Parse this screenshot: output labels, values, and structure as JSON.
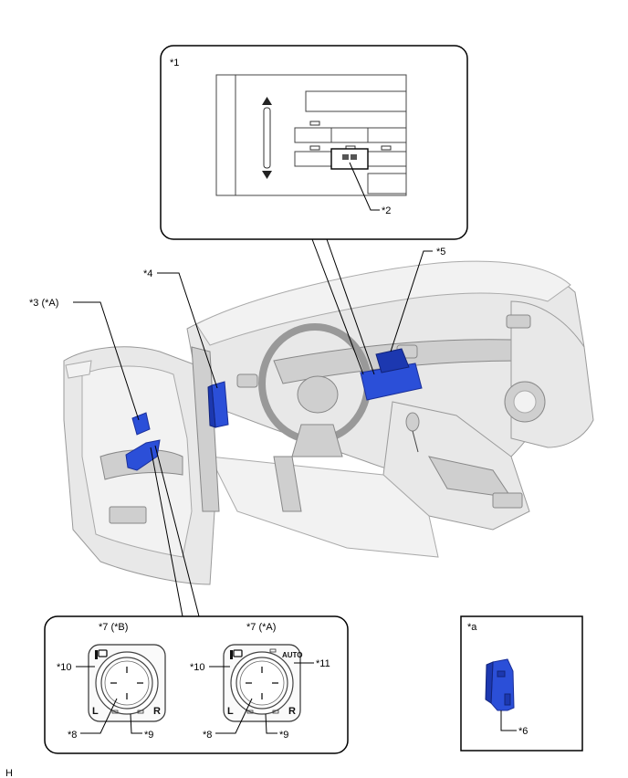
{
  "labels": {
    "inset_top": "*1",
    "center_switch": "*2",
    "door_switch_a": "*3 (*A)",
    "left_part": "*4",
    "center_part": "*5",
    "part_a": "*6",
    "inset_b": "*7 (*B)",
    "inset_a": "*7 (*A)",
    "mirror_knob_b": "*8",
    "mirror_knob_a": "*8",
    "knob_ring_b": "*9",
    "knob_ring_a": "*9",
    "fold_button_b": "*10",
    "fold_button_a": "*10",
    "auto_button": "*11",
    "detail_box": "*a",
    "footer_code": "H"
  },
  "knob_text": {
    "left": "L",
    "right": "R",
    "auto": "AUTO"
  },
  "colors": {
    "highlight_blue": "#2b4fd8",
    "line": "#000000",
    "car_gray": "#e8e8e8"
  },
  "icons": [
    "up-down-arrow-icon",
    "mirror-fold-icon"
  ]
}
